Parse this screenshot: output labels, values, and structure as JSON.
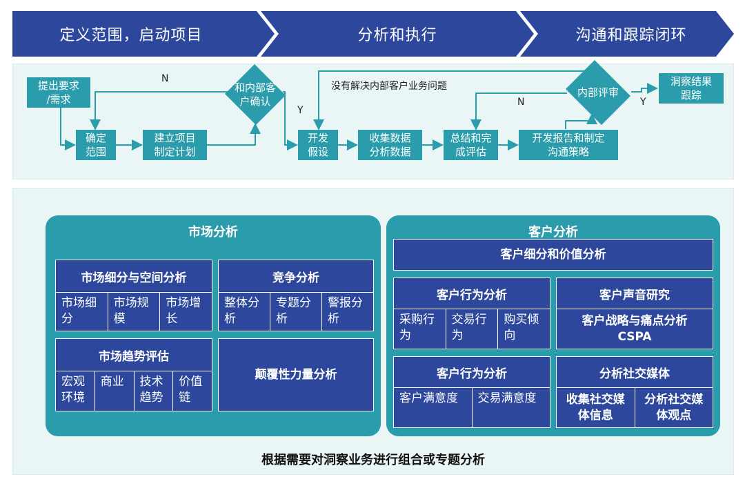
{
  "phases": [
    "定义范围，启动项目",
    "分析和执行",
    "沟通和跟踪闭环"
  ],
  "flow": {
    "request": "提出要求\n/需求",
    "scope": "确定\n范围",
    "plan": "建立项目\n制定计划",
    "confirm": "和内部客\n户确认",
    "hypothesis": "开发\n假设",
    "collect": "收集数据\n分析数据",
    "summary": "总结和完\n成评估",
    "report": "开发报告和制定\n沟通策略",
    "review": "内部评审",
    "track": "洞察结果\n跟踪",
    "n1": "N",
    "y1": "Y",
    "n2": "N",
    "y2": "Y",
    "unresolved": "没有解决内部客户业务问题"
  },
  "market": {
    "title": "市场分析",
    "segment": {
      "title": "市场细分与空间分析",
      "cells": [
        "市场细分",
        "市场规模",
        "市场增长"
      ]
    },
    "competition": {
      "title": "竞争分析",
      "cells": [
        "整体分析",
        "专题分析",
        "警报分析"
      ]
    },
    "trend": {
      "title": "市场趋势评估",
      "cells": [
        "宏观环境",
        "商业",
        "技术趋势",
        "价值链"
      ]
    },
    "disruptive": "颠覆性力量分析"
  },
  "customer": {
    "title": "客户分析",
    "value": "客户细分和价值分析",
    "behavior1": {
      "title": "客户行为分析",
      "cells": [
        "采购行为",
        "交易行为",
        "购买倾向"
      ]
    },
    "voice": {
      "title": "客户声音研究",
      "cspa": "客户战略与痛点分析\nCSPA"
    },
    "behavior2": {
      "title": "客户行为分析",
      "cells": [
        "客户满意度",
        "交易满意度"
      ]
    },
    "social": {
      "title": "分析社交媒体",
      "cells": [
        "收集社交媒\n体信息",
        "分析社交媒\n体观点"
      ]
    }
  },
  "footer": "根据需要对洞察业务进行组合或专题分析",
  "colors": {
    "navy": "#2c479c",
    "teal": "#2a9cab",
    "panel": "#eaf5f6"
  }
}
